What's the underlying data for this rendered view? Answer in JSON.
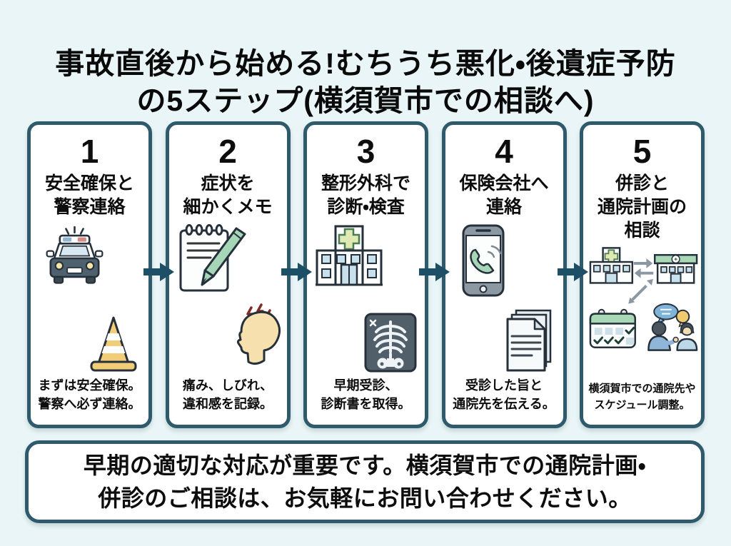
{
  "header": {
    "title": "事故直後から始める!むちうち悪化・後遺症予防\nの5ステップ(横須賀市での相談へ)"
  },
  "steps": [
    {
      "number": "1",
      "title": "安全確保と\n警察連絡",
      "caption": "まずは安全確保。\n警察へ必ず連絡。",
      "icons": [
        "police-car-icon",
        "traffic-cone-icon"
      ]
    },
    {
      "number": "2",
      "title": "症状を\n細かくメモ",
      "caption": "痛み、しびれ、\n違和感を記録。",
      "icons": [
        "notepad-pen-icon",
        "head-pain-icon"
      ]
    },
    {
      "number": "3",
      "title": "整形外科で\n診断・検査",
      "caption": "早期受診、\n診断書を取得。",
      "icons": [
        "hospital-icon",
        "xray-icon"
      ]
    },
    {
      "number": "4",
      "title": "保険会社へ\n連絡",
      "caption": "受診した旨と\n通院先を伝える。",
      "icons": [
        "smartphone-call-icon",
        "documents-icon"
      ]
    },
    {
      "number": "5",
      "title": "併診と\n通院計画の\n相談",
      "caption": "横須賀市での通院先や\nスケジュール調整。",
      "icons": [
        "clinic-exchange-icon",
        "calendar-icon",
        "consultation-people-icon"
      ]
    }
  ],
  "footer": {
    "text": "早期の適切な対応が重要です。横須賀市での通院計画・\n併診のご相談は、お気軽にお問い合わせください。"
  },
  "colors": {
    "background": "#e9f5f6",
    "card_background": "#ffffff",
    "card_border": "#2e5a6c",
    "arrow": "#1d4f66",
    "text": "#0d0d0d",
    "accent_green": "#a5d6b8",
    "accent_yellow": "#f2cd77",
    "accent_blue": "#c8dfec"
  }
}
